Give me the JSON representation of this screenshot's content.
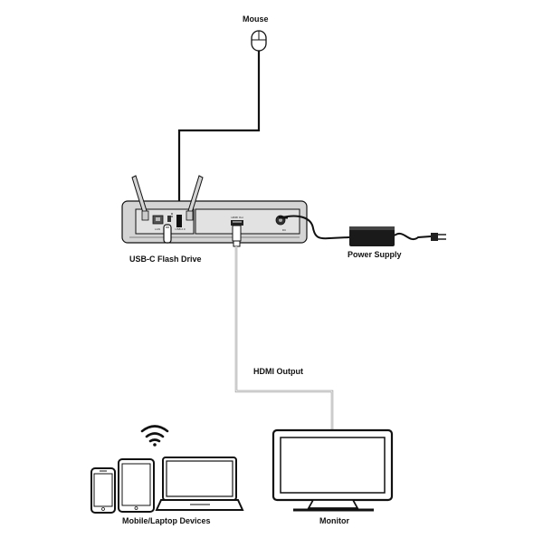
{
  "labels": {
    "mouse": "Mouse",
    "flash_drive": "USB-C Flash Drive",
    "power_supply": "Power Supply",
    "hdmi_output": "HDMI Output",
    "mobile_laptop": "Mobile/Laptop Devices",
    "monitor": "Monitor"
  },
  "panel": {
    "lan_port": "LAN",
    "usb_port": "USB 2.0",
    "hdmi_port": "HDMI Out",
    "dc_port": "DC"
  },
  "colors": {
    "line": "#111111",
    "device_gray": "#d4d4d4",
    "panel_gray": "#e2e2e2",
    "hdmi_cable": "#9a9a9a",
    "adapter": "#1a1a1a"
  }
}
